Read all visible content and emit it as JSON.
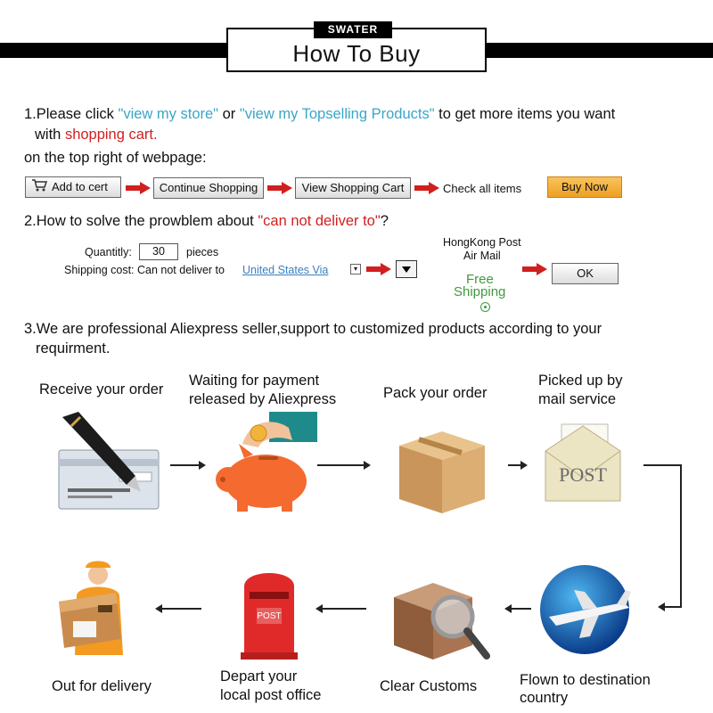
{
  "header": {
    "brand": "SWATER",
    "title": "How To Buy"
  },
  "step1": {
    "line1_prefix": "1.Please click ",
    "link_store": "\"view my store\"",
    "or": " or ",
    "link_topselling": "\"view my Topselling Products\"",
    "line1_suffix": " to get more items you want",
    "line2_prefix": "with ",
    "shopping_cart": "shopping cart.",
    "line3": "on the top right of webpage:",
    "add_to_cart": "Add to cert",
    "continue_shopping": "Continue Shopping",
    "view_cart": "View Shopping Cart",
    "check_items": "Check all items",
    "buy_now": "Buy Now"
  },
  "step2": {
    "prefix": "2.How to solve the prowblem about ",
    "issue": "\"can not deliver to\"",
    "suffix": "?",
    "quantity_label": "Quantitly:",
    "quantity_value": "30",
    "quantity_unit": "pieces",
    "shipping_label": "Shipping cost: Can not deliver to",
    "shipping_link": "United States Via",
    "carrier_line1": "HongKong Post",
    "carrier_line2": "Air Mail",
    "free_line1": "Free",
    "free_line2": "Shipping",
    "ok": "OK"
  },
  "step3": {
    "line1": "3.We are professional Aliexpress seller,support to customized products according to your",
    "line2": "requirment."
  },
  "flow": {
    "receive": "Receive your order",
    "waiting_1": "Waiting for payment",
    "waiting_2": "released by Aliexpress",
    "pack": "Pack your order",
    "picked_1": "Picked up by",
    "picked_2": "mail service",
    "post_text": "POST",
    "flown_1": "Flown to destination",
    "flown_2": "country",
    "customs": "Clear Customs",
    "depart_1": "Depart your",
    "depart_2": "local post office",
    "mailbox_text": "POST",
    "delivery": "Out for delivery"
  },
  "colors": {
    "link_blue": "#3aa6c6",
    "emphasis_red": "#d11f1f",
    "buy_now_orange": "#f3b23f",
    "free_green": "#3f9a3f"
  }
}
